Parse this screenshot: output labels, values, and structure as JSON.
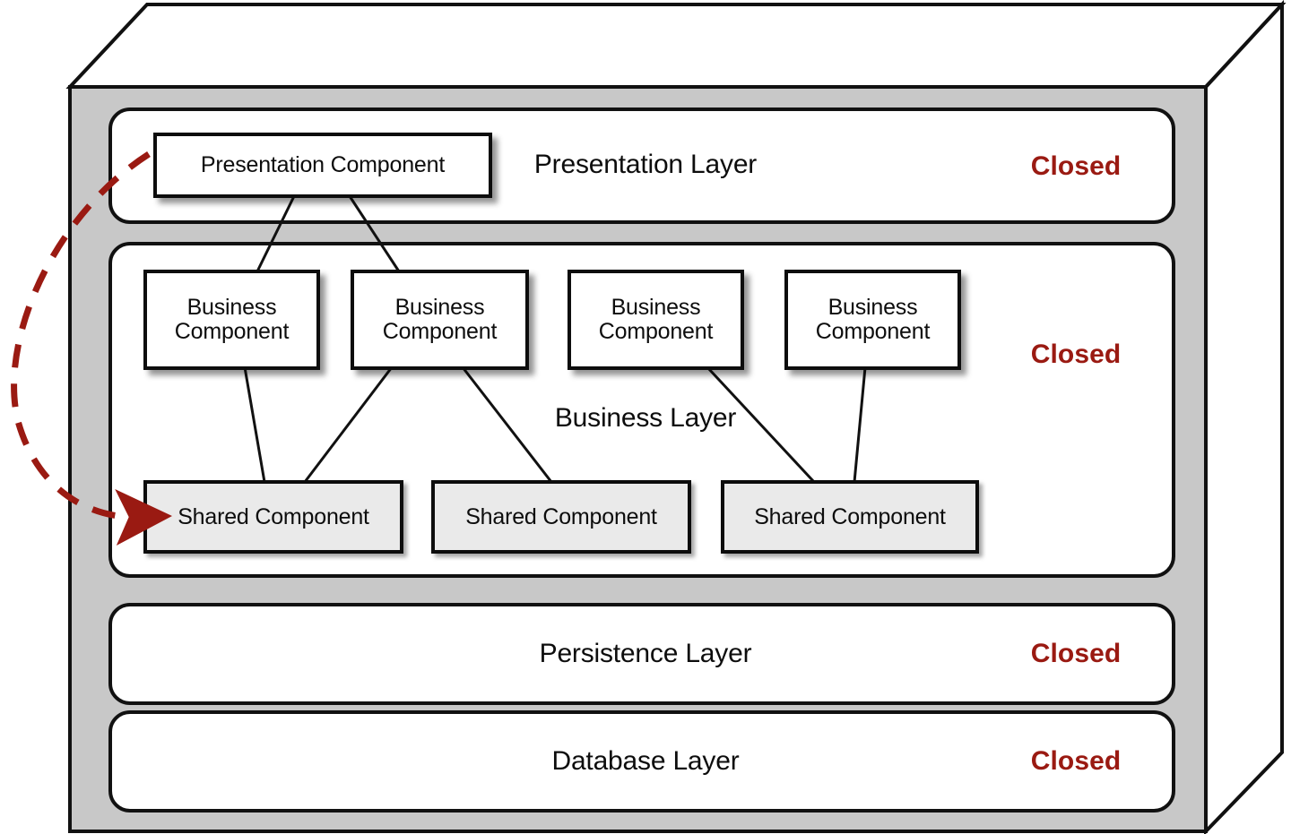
{
  "diagram": {
    "title": "Layered architecture closed layers with shared components",
    "colors": {
      "frame_gray": "#c8c8c8",
      "layer_white": "#ffffff",
      "shared_fill": "#eaeaea",
      "closed_red": "#9a1a12",
      "stroke": "#111111"
    }
  },
  "layers": [
    {
      "id": "presentation",
      "label": "Presentation Layer",
      "status": "Closed"
    },
    {
      "id": "business",
      "label": "Business Layer",
      "status": "Closed"
    },
    {
      "id": "persistence",
      "label": "Persistence Layer",
      "status": "Closed"
    },
    {
      "id": "database",
      "label": "Database Layer",
      "status": "Closed"
    }
  ],
  "presentation_components": [
    {
      "id": "pc1",
      "label": "Presentation Component"
    }
  ],
  "business_components": [
    {
      "id": "bc1",
      "label": "Business\nComponent"
    },
    {
      "id": "bc2",
      "label": "Business\nComponent"
    },
    {
      "id": "bc3",
      "label": "Business\nComponent"
    },
    {
      "id": "bc4",
      "label": "Business\nComponent"
    }
  ],
  "shared_components": [
    {
      "id": "sc1",
      "label": "Shared Component"
    },
    {
      "id": "sc2",
      "label": "Shared Component"
    },
    {
      "id": "sc3",
      "label": "Shared Component"
    }
  ],
  "connections": [
    {
      "from": "pc1",
      "to": "bc1"
    },
    {
      "from": "pc1",
      "to": "bc2"
    },
    {
      "from": "bc1",
      "to": "sc1"
    },
    {
      "from": "bc2",
      "to": "sc1"
    },
    {
      "from": "bc2",
      "to": "sc2"
    },
    {
      "from": "bc3",
      "to": "sc3"
    },
    {
      "from": "bc4",
      "to": "sc3"
    }
  ],
  "annotation_arrow": {
    "style": "dashed-curved",
    "color": "#9a1a12",
    "from": "presentation-component",
    "to": "shared-component-1"
  }
}
